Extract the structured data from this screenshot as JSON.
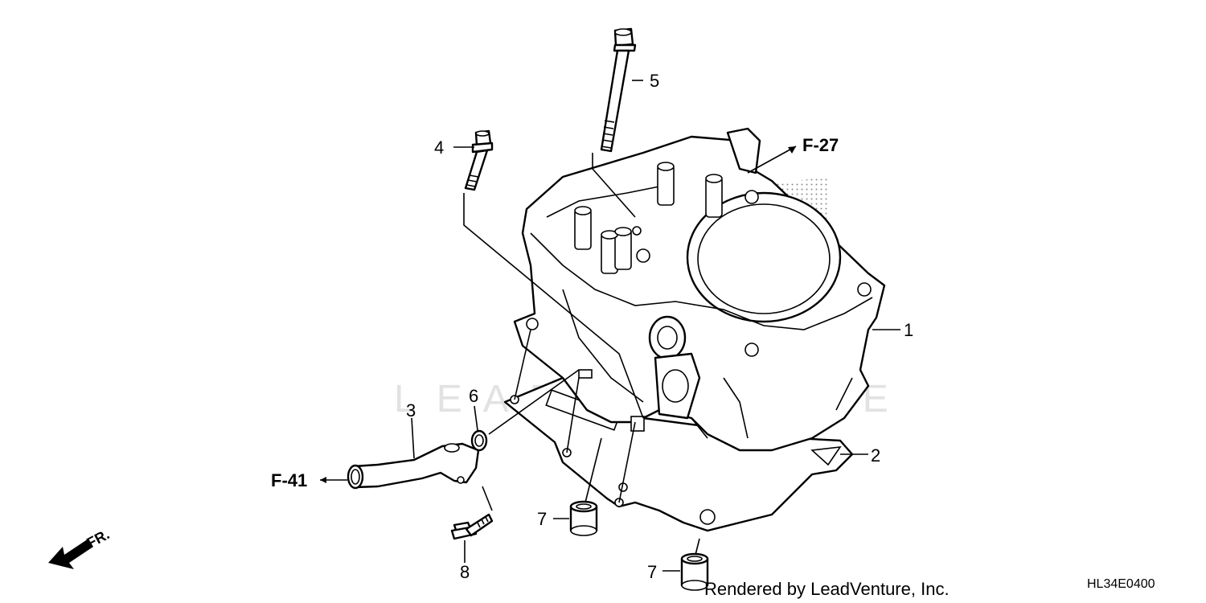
{
  "diagram": {
    "callouts": [
      {
        "id": "1",
        "label": "1"
      },
      {
        "id": "2",
        "label": "2"
      },
      {
        "id": "3",
        "label": "3"
      },
      {
        "id": "4",
        "label": "4"
      },
      {
        "id": "5",
        "label": "5"
      },
      {
        "id": "6",
        "label": "6"
      },
      {
        "id": "7a",
        "label": "7"
      },
      {
        "id": "7b",
        "label": "7"
      },
      {
        "id": "8",
        "label": "8"
      }
    ],
    "references": {
      "f27": "F-27",
      "f41": "F-41"
    },
    "direction": "FR.",
    "watermark": "LEADVENTURE"
  },
  "footer": {
    "credit": "Rendered by LeadVenture, Inc.",
    "code": "HL34E0400"
  }
}
